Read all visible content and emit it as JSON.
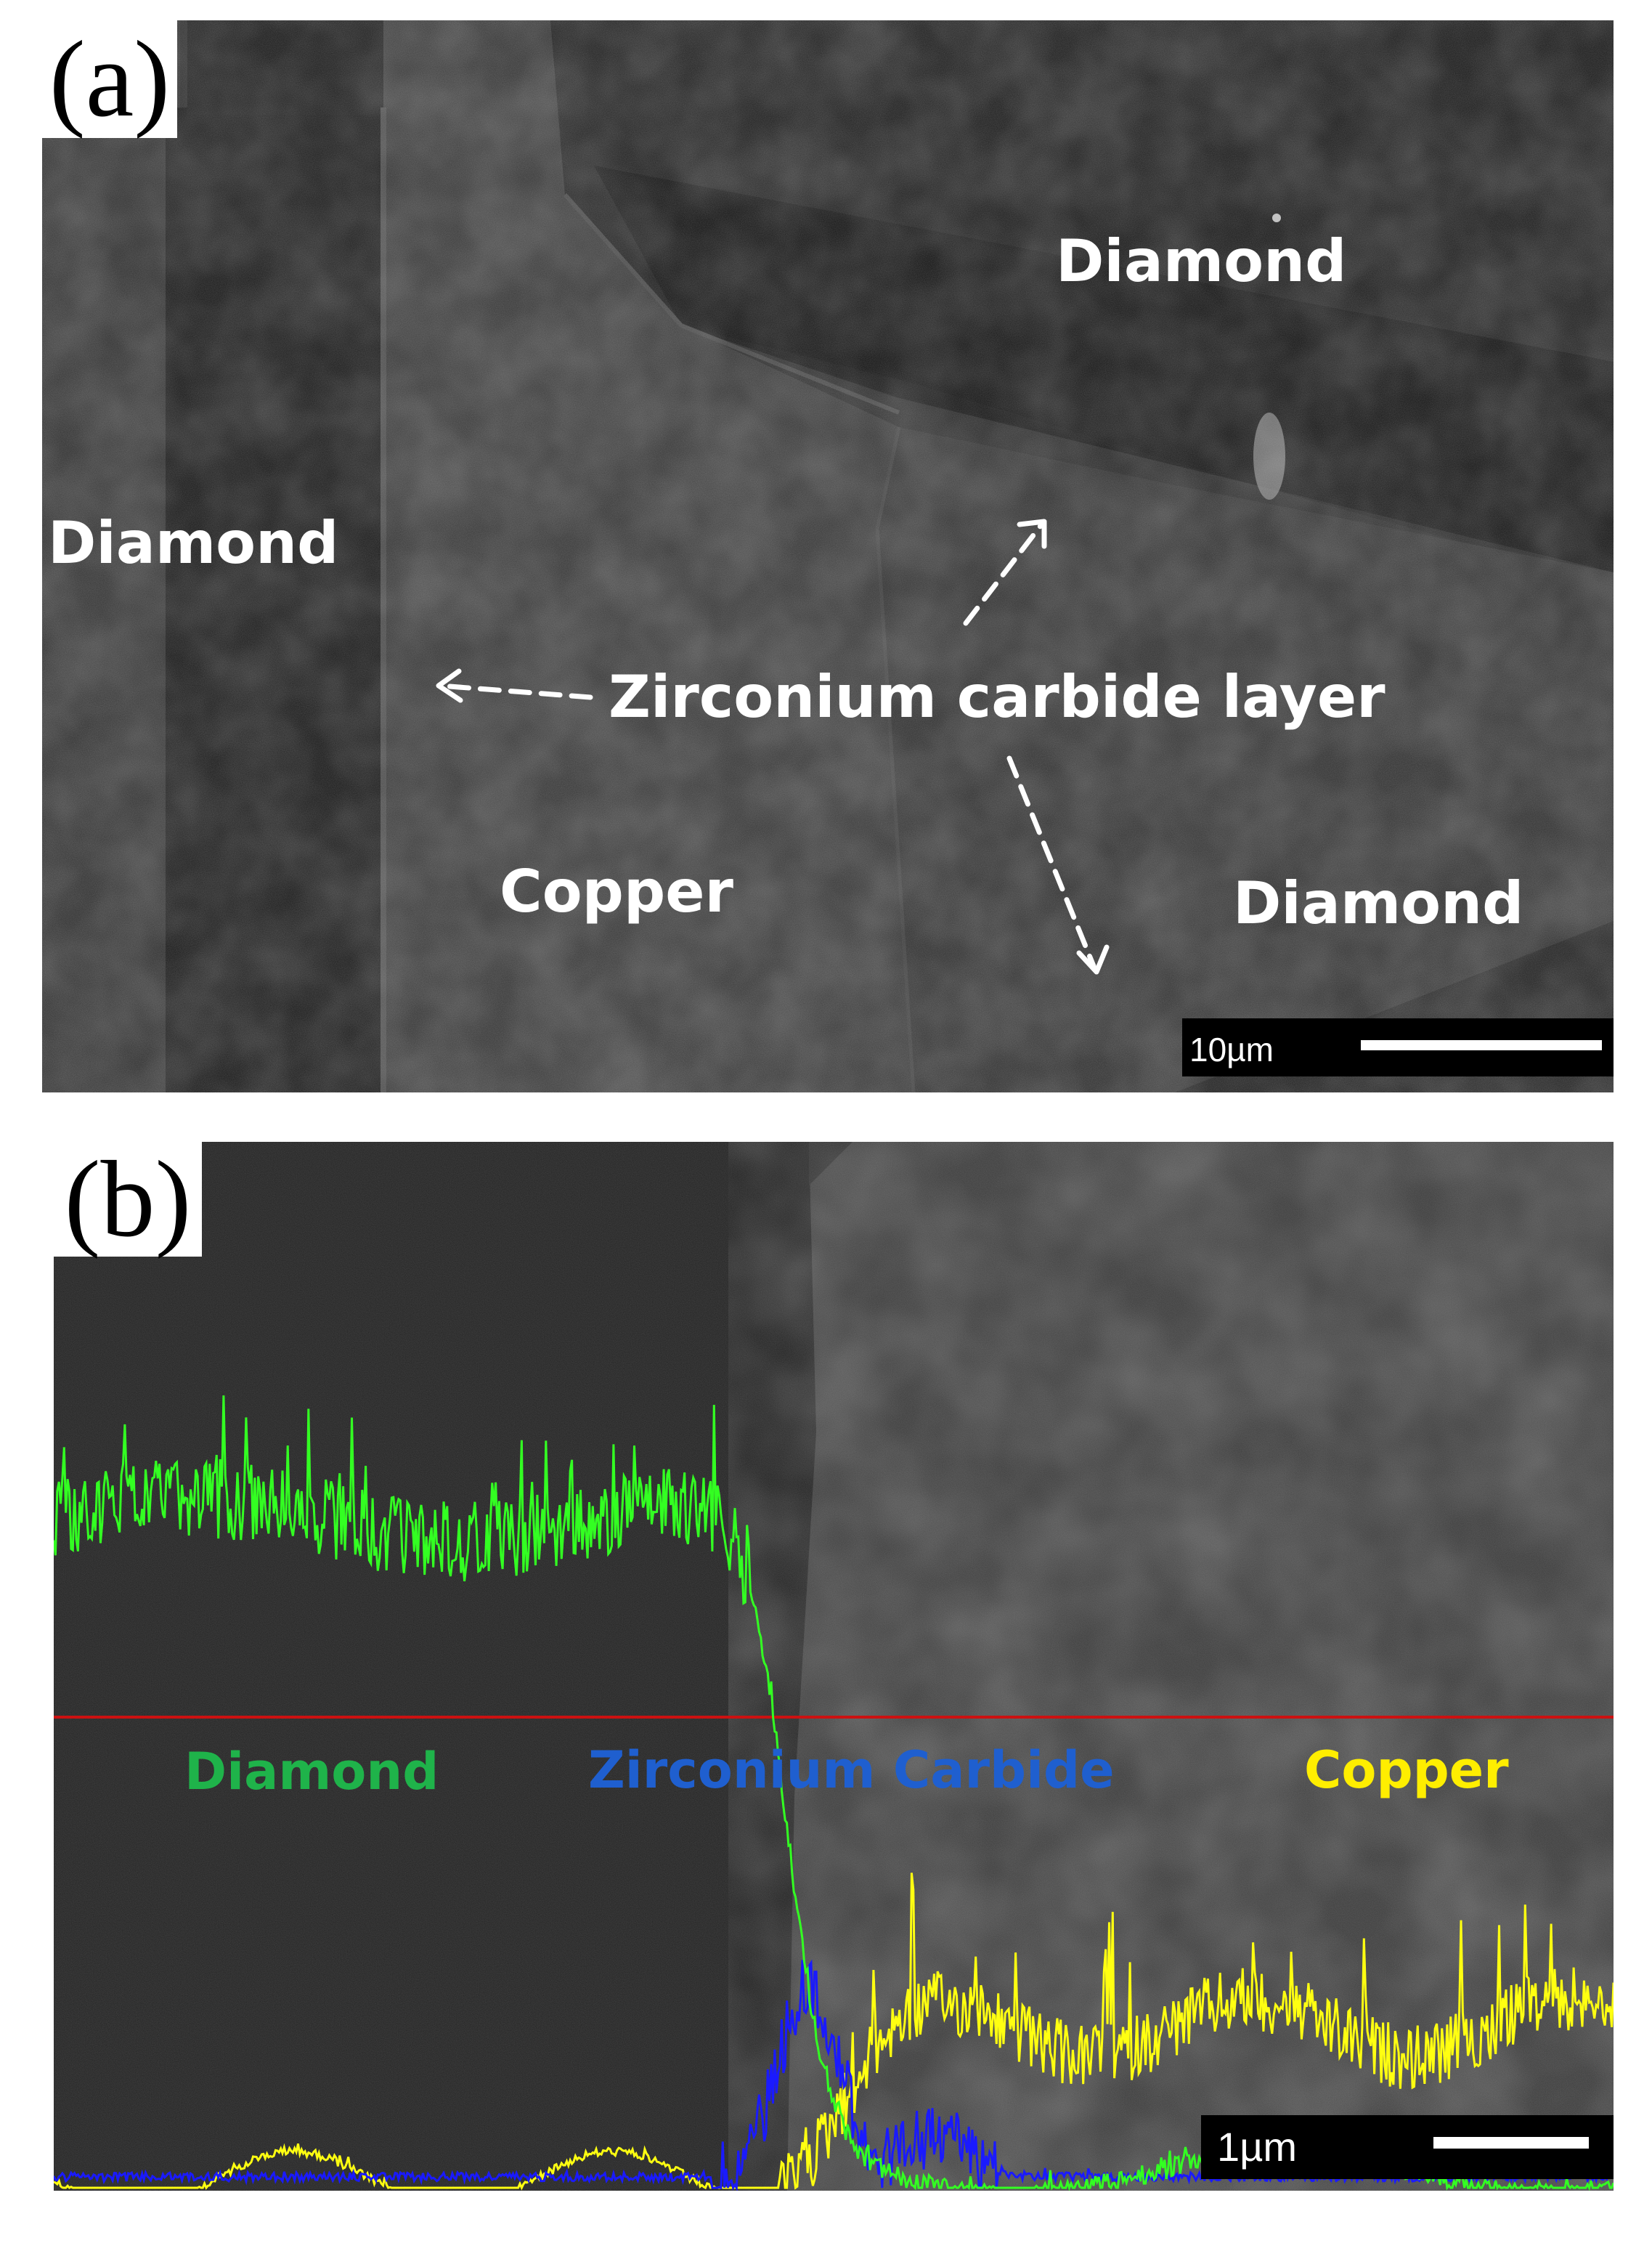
{
  "figure": {
    "panel_a": {
      "letter": "(a)",
      "labels": {
        "diamond_top_right": "Diamond",
        "diamond_left": "Diamond",
        "diamond_bottom_right": "Diamond",
        "copper": "Copper",
        "zirconium_layer": "Zirconium carbide layer"
      },
      "scale_bar": "10µm"
    },
    "panel_b": {
      "letter": "(b)",
      "labels": {
        "diamond": "Diamond",
        "zirconium": "Zirconium Carbide",
        "copper": "Copper"
      },
      "scale_bar": "1µm"
    }
  },
  "colors": {
    "diamond_signal": "#33ff22",
    "zirconium_signal": "#1a1aff",
    "copper_signal": "#ffff11",
    "scan_line": "#cc1111",
    "label_diamond_b": "#1fb34a",
    "label_zirconium_b": "#1f5fcf",
    "label_copper_b": "#ffee00"
  }
}
